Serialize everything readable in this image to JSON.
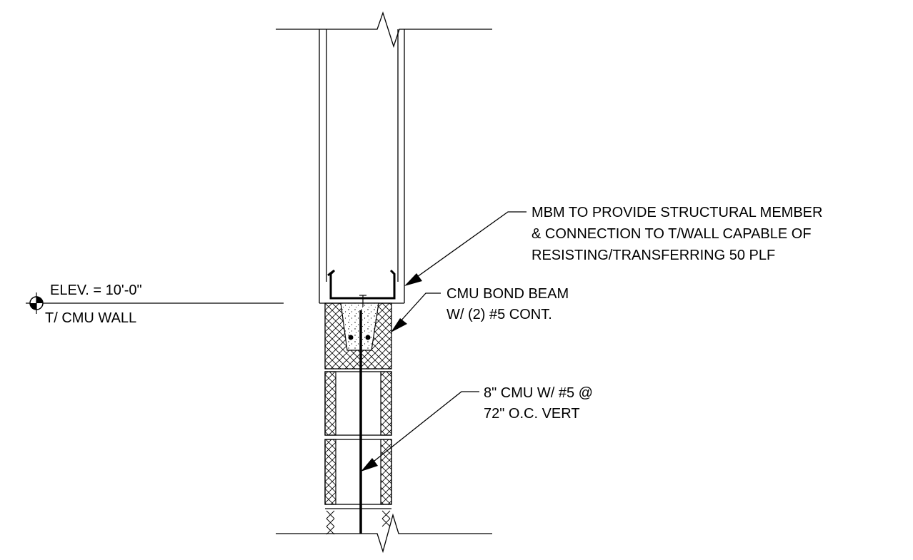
{
  "elevation": {
    "line1": "ELEV. = 10'-0\"",
    "line2": "T/ CMU WALL"
  },
  "callouts": {
    "mbm": {
      "lines": [
        "MBM TO PROVIDE STRUCTURAL MEMBER",
        "& CONNECTION TO T/WALL CAPABLE OF",
        "RESISTING/TRANSFERRING 50 PLF"
      ]
    },
    "bond_beam": {
      "lines": [
        "CMU BOND BEAM",
        "W/ (2) #5 CONT."
      ]
    },
    "cmu_wall": {
      "lines": [
        "8\" CMU W/ #5 @",
        "72\" O.C. VERT"
      ]
    }
  },
  "colors": {
    "line": "#000000",
    "background": "#ffffff"
  }
}
